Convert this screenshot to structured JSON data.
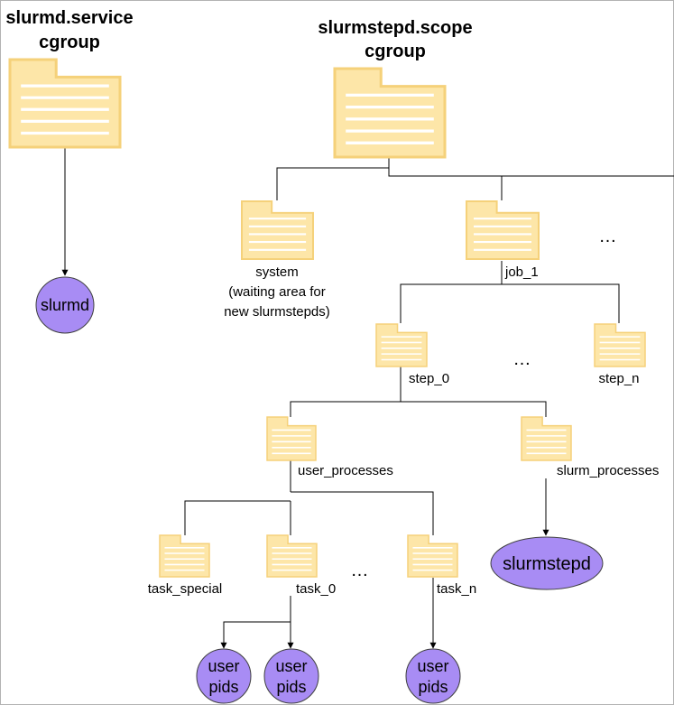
{
  "colors": {
    "folder_fill": "#fde6a8",
    "folder_stroke": "#f5d17a",
    "folder_lines": "#ffffff",
    "process_fill": "#a88cf4",
    "process_stroke": "#404040",
    "edge": "#000000",
    "frame": "#b3b3b3"
  },
  "icons": {
    "cgroup": "folder-icon",
    "process": "process-circle"
  },
  "titles": {
    "slurmd_service": [
      "slurmd.service",
      "cgroup"
    ],
    "slurmstepd_scope": [
      "slurmstepd.scope",
      "cgroup"
    ]
  },
  "labels": {
    "system": [
      "system",
      "(waiting area for",
      "new slurmstepds)"
    ],
    "job_1": "job_1",
    "step_0": "step_0",
    "step_n": "step_n",
    "user_processes": "user_processes",
    "slurm_processes": "slurm_processes",
    "task_special": "task_special",
    "task_0": "task_0",
    "task_n": "task_n",
    "ellipsis": "…"
  },
  "processes": {
    "slurmd": "slurmd",
    "slurmstepd": "slurmstepd",
    "user_pids": [
      "user",
      "pids"
    ]
  }
}
